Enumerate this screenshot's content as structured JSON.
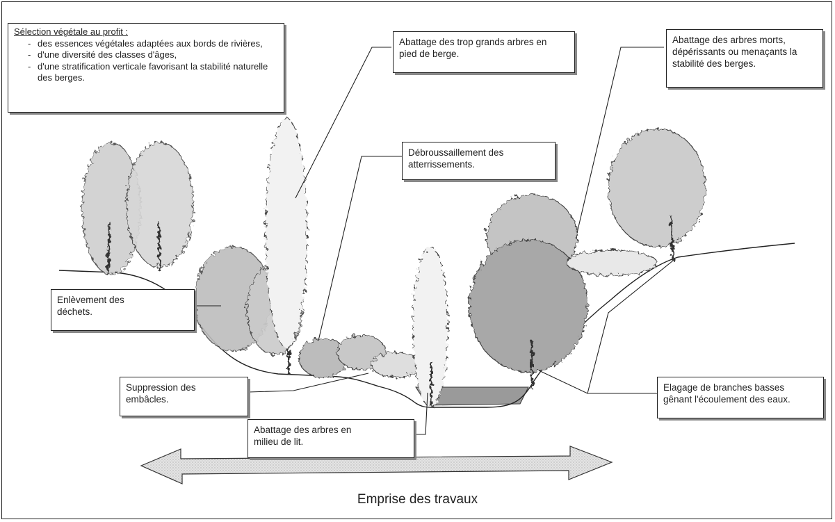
{
  "selection": {
    "title": "Sélection végétale au profit :",
    "items": [
      "des essences végétales adaptées aux bords de rivières,",
      "d'une diversité des classes d'âges,",
      "d'une stratification verticale favorisant la stabilité naturelle des berges."
    ]
  },
  "labels": {
    "abattage_grands": [
      "Abattage des trop grands arbres en",
      "pied de berge."
    ],
    "abattage_morts": [
      "Abattage des arbres morts,",
      "dépérissants ou menaçants la",
      "stabilité des berges."
    ],
    "debroussaillement": [
      "Débroussaillement des",
      "atterrissements."
    ],
    "enlevement": [
      "Enlèvement des",
      "déchets."
    ],
    "suppression": [
      "Suppression des",
      "embâcles."
    ],
    "abattage_milieu": [
      "Abattage des arbres en",
      "milieu de lit."
    ],
    "elagage": [
      "Elagage de branches basses",
      "gênant l'écoulement des eaux."
    ]
  },
  "footer": "Emprise des travaux",
  "colors": {
    "ink": "#222222",
    "water": "#9a9a9a",
    "foliage": "#555555",
    "arrow_fill": "#d6d6d6"
  }
}
